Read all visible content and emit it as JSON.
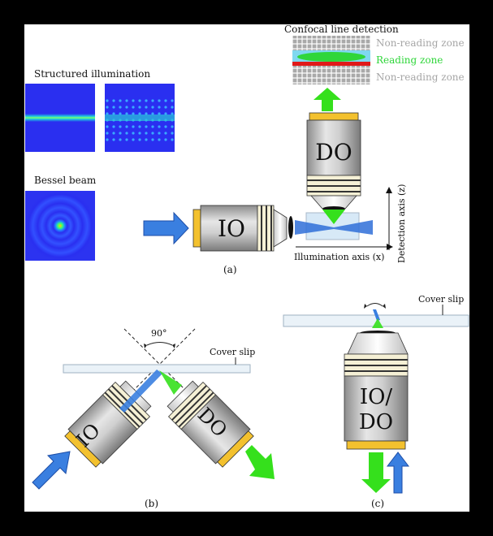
{
  "panel_a": {
    "structured_illumination_label": "Structured illumination",
    "bessel_beam_label": "Bessel beam",
    "confocal_line_detection_label": "Confocal line detection",
    "non_reading_zone_top": "Non-reading zone",
    "reading_zone": "Reading zone",
    "non_reading_zone_bottom": "Non-reading zone",
    "io_label": "IO",
    "do_label": "DO",
    "illumination_axis": "Illumination axis (x)",
    "detection_axis": "Detection axis (z)",
    "caption": "(a)"
  },
  "panel_b": {
    "angle": "90°",
    "cover_slip": "Cover slip",
    "io_label": "IO",
    "do_label": "DO",
    "caption": "(b)"
  },
  "panel_c": {
    "cover_slip": "Cover slip",
    "io_do_line1": "IO/",
    "io_do_line2": "DO",
    "caption": "(c)"
  },
  "colors": {
    "background": "#ffffff",
    "frame": "#000000",
    "illumination_arrow": "#3a7fe0",
    "detection_arrow": "#35e01c",
    "gold": "#f3c12e",
    "reading_zone": "#2fd63a",
    "red_band": "#e01919",
    "cyan_band": "#7fd8f0",
    "pattern_bg": "#2a2ff0"
  }
}
